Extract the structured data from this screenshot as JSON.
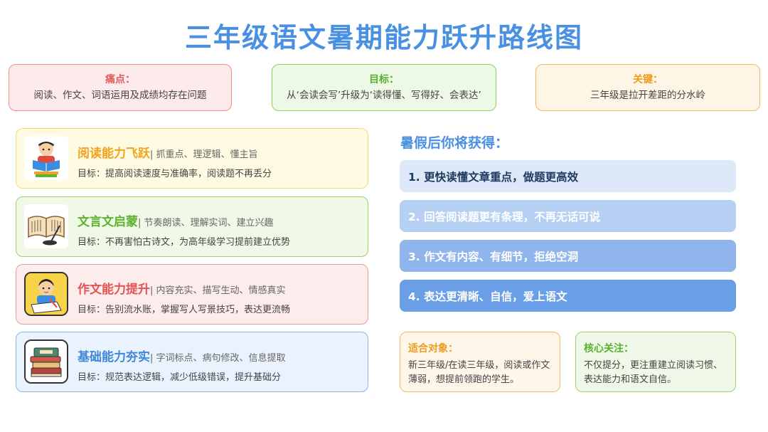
{
  "title": "三年级语文暑期能力跃升路线图",
  "info": {
    "pain": {
      "heading": "痛点：",
      "text": "阅读、作文、词语运用及成绩均存在问题"
    },
    "goal": {
      "heading": "目标：",
      "text": "从‘会读会写’升级为‘读得懂、写得好、会表达’"
    },
    "key": {
      "heading": "关键：",
      "text": "三年级是拉开差距的分水岭"
    }
  },
  "cards": [
    {
      "name": "阅读能力飞跃",
      "sub": "| 抓重点、理逻辑、懂主旨",
      "goal": "目标：提高阅读速度与准确率，阅读题不再丢分",
      "icon": "reading-student-icon"
    },
    {
      "name": "文言文启蒙",
      "sub": "| 节奏朗读、理解实词、建立兴趣",
      "goal": "目标：不再害怕古诗文，为高年级学习提前建立优势",
      "icon": "scroll-book-icon"
    },
    {
      "name": "作文能力提升",
      "sub": "| 内容充实、描写生动、情感真实",
      "goal": "目标：告别流水账，掌握写人写景技巧，表达更流畅",
      "icon": "writing-student-icon"
    },
    {
      "name": "基础能力夯实",
      "sub": "| 字词标点、病句修改、信息提取",
      "goal": "目标：规范表达逻辑，减少低级错误，提升基础分",
      "icon": "book-stack-icon"
    }
  ],
  "gains": {
    "title": "暑假后你将获得：",
    "items": [
      "1. 更快读懂文章重点，做题更高效",
      "2. 回答阅读题更有条理，不再无话可说",
      "3. 作文有内容、有细节，拒绝空洞",
      "4. 表达更清晰、自信，爱上语文"
    ]
  },
  "notes": {
    "audience": {
      "heading": "适合对象：",
      "text": "新三年级/在读三年级，阅读或作文薄弱，想提前领跑的学生。"
    },
    "focus": {
      "heading": "核心关注：",
      "text": "不仅提分，更注重建立阅读习惯、表达能力和语文自信。"
    }
  }
}
